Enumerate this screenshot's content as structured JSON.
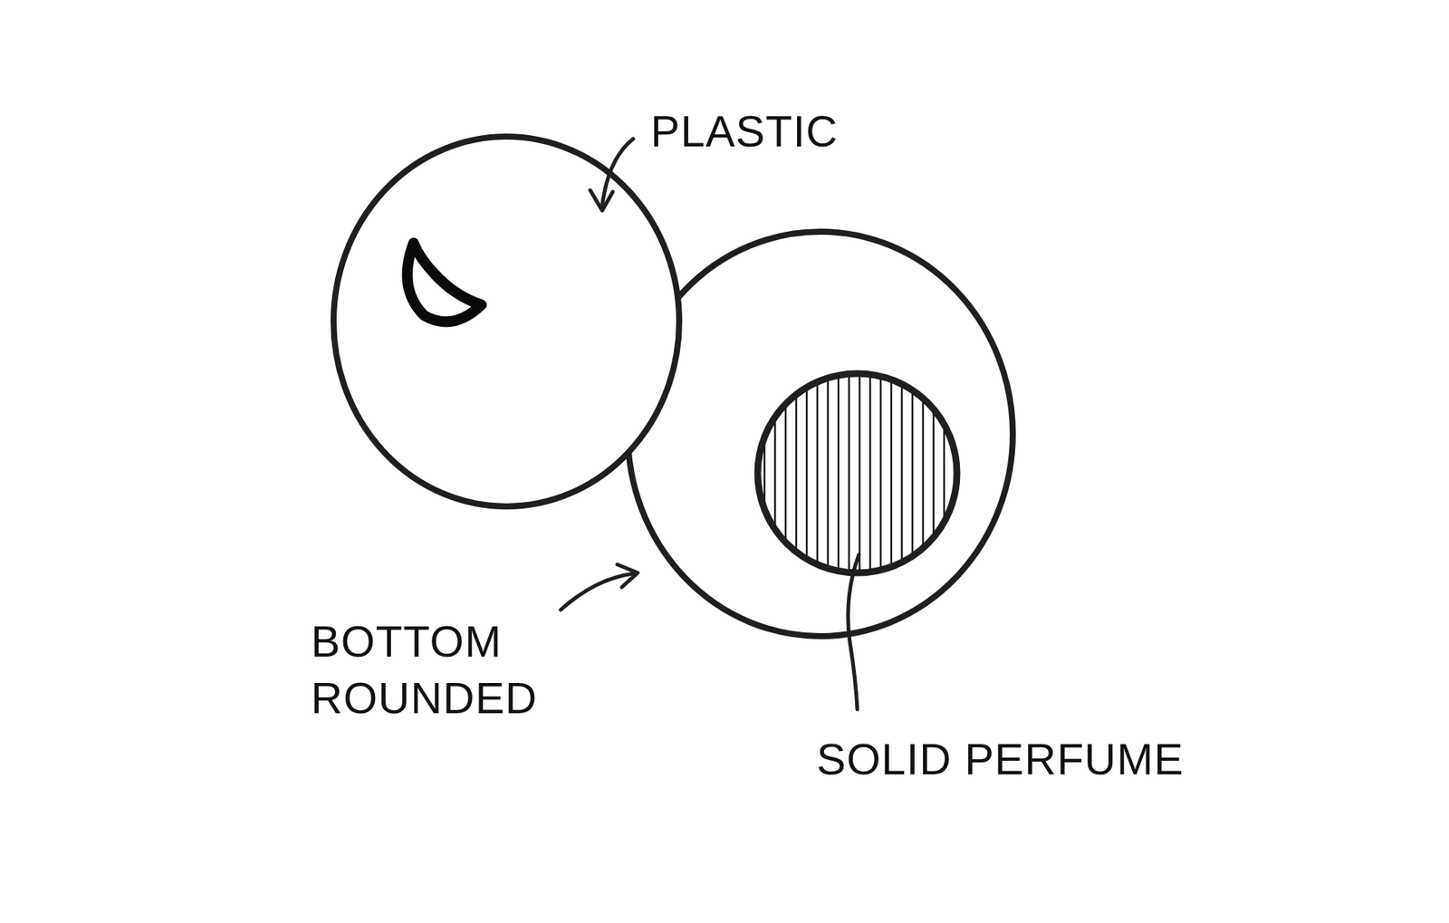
{
  "diagram": {
    "labels": [
      "PLASTIC",
      "BOTTOM ROUNDED",
      "SOLID PERFUME"
    ]
  }
}
